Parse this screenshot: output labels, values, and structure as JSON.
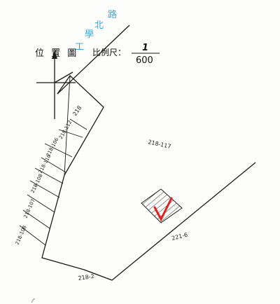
{
  "road_name": [
    "路",
    "北",
    "學",
    "工"
  ],
  "title": "位 置 圖",
  "scale": {
    "label": "比例尺：",
    "numerator": "1",
    "denominator": "600"
  },
  "parcels": [
    "218",
    "218-112",
    "218-106",
    "218-110",
    "218-108",
    "218-107",
    "218-108",
    "218-117",
    "221-6",
    "218-2"
  ],
  "colors": {
    "road_text": "#3aa6d8",
    "check_mark": "#e02020",
    "ink": "#1a1a1a"
  }
}
